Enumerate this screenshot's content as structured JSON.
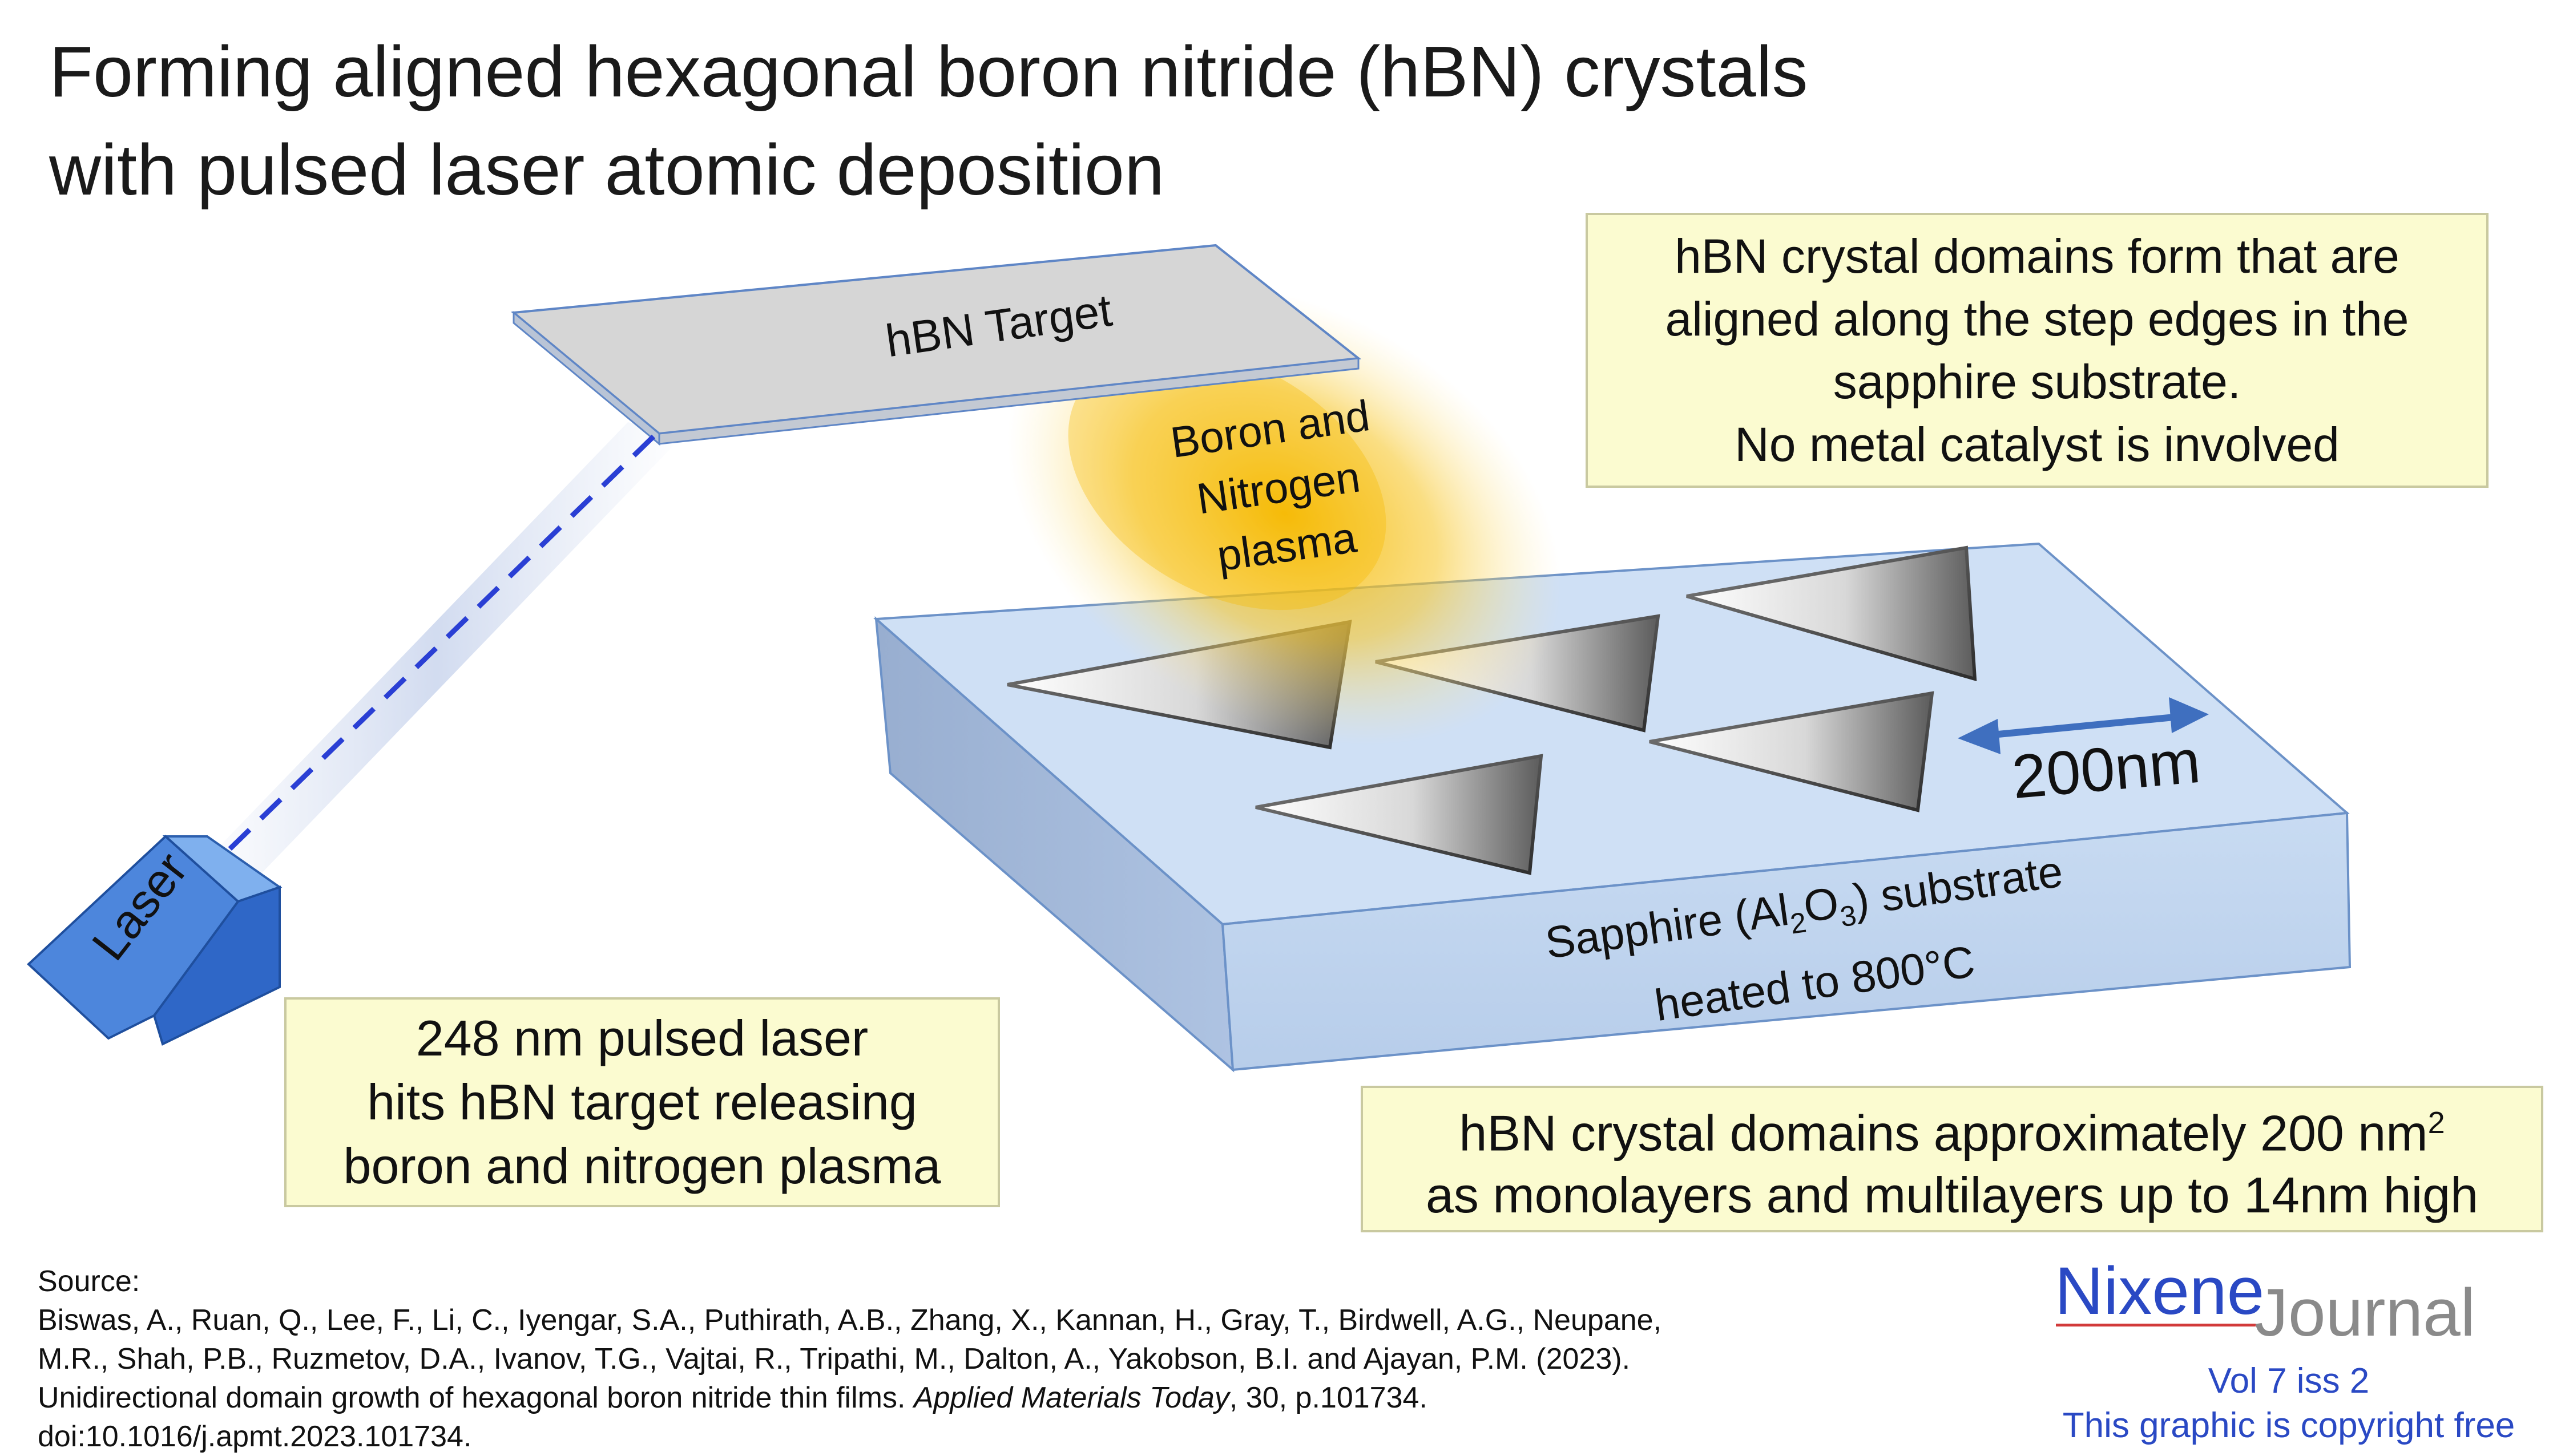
{
  "title": {
    "line1": "Forming aligned hexagonal boron nitride (hBN) crystals",
    "line2": "with pulsed laser atomic deposition"
  },
  "labels": {
    "target": "hBN Target",
    "plasma": [
      "Boron and",
      "Nitrogen",
      "plasma"
    ],
    "laser": "Laser",
    "scale": "200nm",
    "substrate_prefix": "Sapphire (Al",
    "substrate_sub1": "2",
    "substrate_mid": "O",
    "substrate_sub2": "3",
    "substrate_suffix": ") substrate",
    "substrate_line2": "heated to 800°C"
  },
  "boxes": {
    "top": [
      "hBN crystal domains form that are",
      "aligned along the step edges in the",
      "sapphire substrate.",
      "No metal catalyst is involved"
    ],
    "left": [
      "248 nm pulsed laser",
      "hits hBN target releasing",
      "boron and nitrogen plasma"
    ],
    "right_line1": "hBN crystal domains approximately 200 nm",
    "right_sup": "2",
    "right_line2": "as monolayers and multilayers up to 14nm high"
  },
  "source": {
    "heading": "Source:",
    "line1": "Biswas, A., Ruan, Q., Lee, F., Li, C., Iyengar, S.A., Puthirath, A.B., Zhang, X., Kannan, H., Gray, T., Birdwell, A.G., Neupane,",
    "line2": "M.R., Shah, P.B., Ruzmetov, D.A., Ivanov, T.G., Vajtai, R., Tripathi, M., Dalton, A., Yakobson, B.I. and Ajayan, P.M. (2023).",
    "line3_a": "Unidirectional domain growth of hexagonal boron nitride thin films. ",
    "line3_journal": "Applied Materials Today",
    "line3_b": ", 30, p.101734.",
    "line4": "doi:10.1016/j.apmt.2023.101734."
  },
  "brand": {
    "name": "Nixene",
    "journal": "Journal",
    "volume": "Vol 7 iss 2",
    "copyright": "This graphic is copyright free"
  },
  "colors": {
    "beam_dash": "#2a3fd4",
    "plasma": "#f7c21a",
    "substrate": "#cfe0f5",
    "target": "#dadada",
    "laser": "#3f7fd8",
    "brand_blue": "#2a49c4"
  }
}
